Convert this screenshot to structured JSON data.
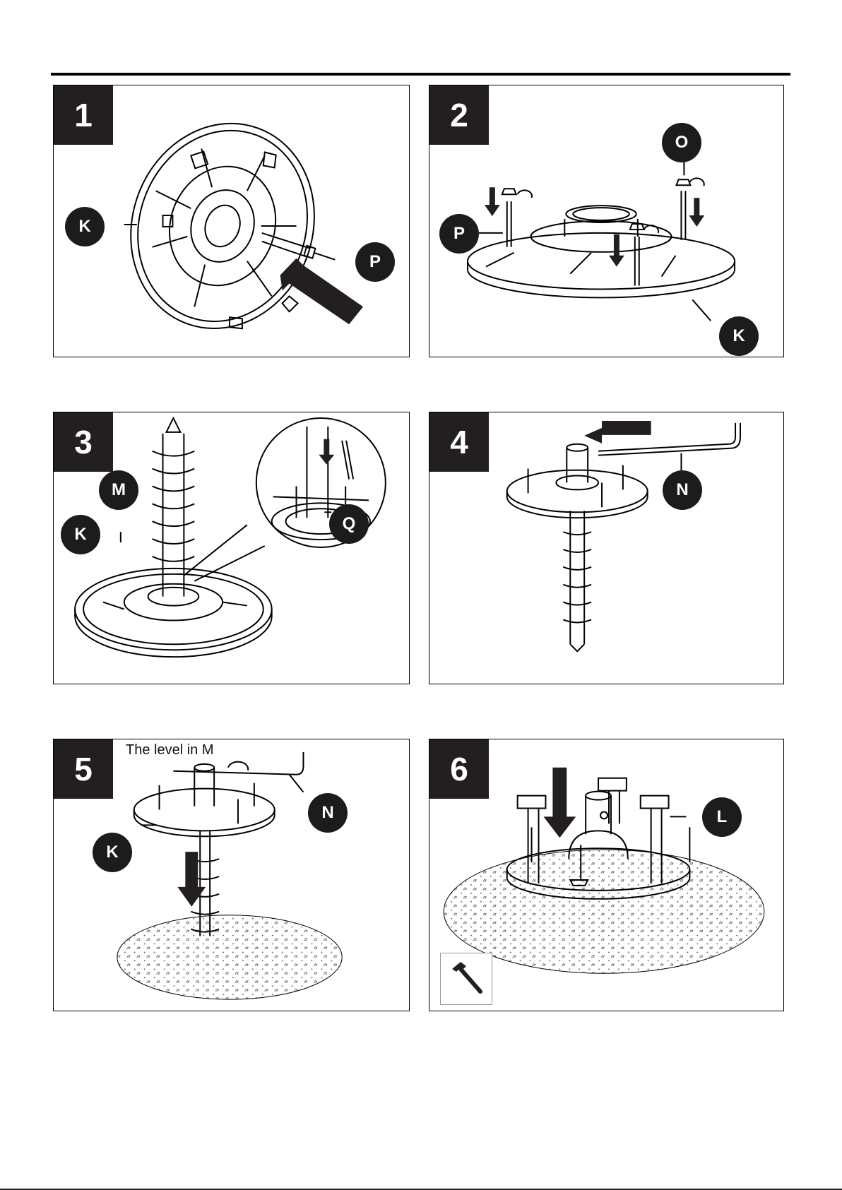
{
  "steps": [
    {
      "number": "1",
      "callouts": [
        "K",
        "P"
      ]
    },
    {
      "number": "2",
      "callouts": [
        "O",
        "P",
        "K"
      ]
    },
    {
      "number": "3",
      "callouts": [
        "M",
        "K",
        "Q"
      ]
    },
    {
      "number": "4",
      "callouts": [
        "N"
      ]
    },
    {
      "number": "5",
      "callouts": [
        "N",
        "K"
      ],
      "caption": "The level in M"
    },
    {
      "number": "6",
      "callouts": [
        "L"
      ]
    }
  ],
  "icons": {
    "hammer": "hammer-icon",
    "arrows": "arrow-icon",
    "rotate": "rotate-arrow-icon"
  },
  "colors": {
    "label_fill": "#1e1b1c",
    "step_fill": "#231f20"
  }
}
